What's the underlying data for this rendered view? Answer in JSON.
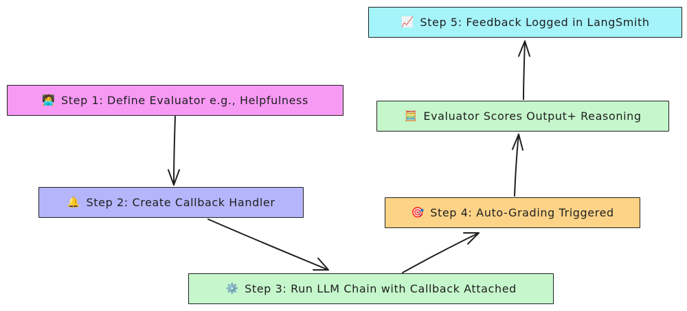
{
  "steps": {
    "step1": {
      "label": "Step 1: Define Evaluator e.g., Helpfulness",
      "icon": "person-at-laptop-icon",
      "emoji": "🧑‍💻",
      "color": "#f79af4"
    },
    "step2": {
      "label": "Step 2: Create Callback Handler",
      "icon": "bell-icon",
      "emoji": "🔔",
      "color": "#b5b5fc"
    },
    "step3": {
      "label": "Step 3: Run LLM Chain with Callback Attached",
      "icon": "gear-icon",
      "emoji": "⚙️",
      "color": "#c6f7cc"
    },
    "step4": {
      "label": "Step 4: Auto-Grading Triggered",
      "icon": "target-icon",
      "emoji": "🎯",
      "color": "#fdd387"
    },
    "evaluator": {
      "label": "Evaluator Scores Output+ Reasoning",
      "icon": "abacus-icon",
      "emoji": "🧮",
      "color": "#c6f7cc"
    },
    "step5": {
      "label": "Step 5: Feedback Logged in LangSmith",
      "icon": "chart-increasing-icon",
      "emoji": "📈",
      "color": "#a5f4fa"
    }
  },
  "edges": [
    {
      "from": "step1",
      "to": "step2"
    },
    {
      "from": "step2",
      "to": "step3"
    },
    {
      "from": "step3",
      "to": "step4"
    },
    {
      "from": "step4",
      "to": "evaluator"
    },
    {
      "from": "evaluator",
      "to": "step5"
    }
  ]
}
